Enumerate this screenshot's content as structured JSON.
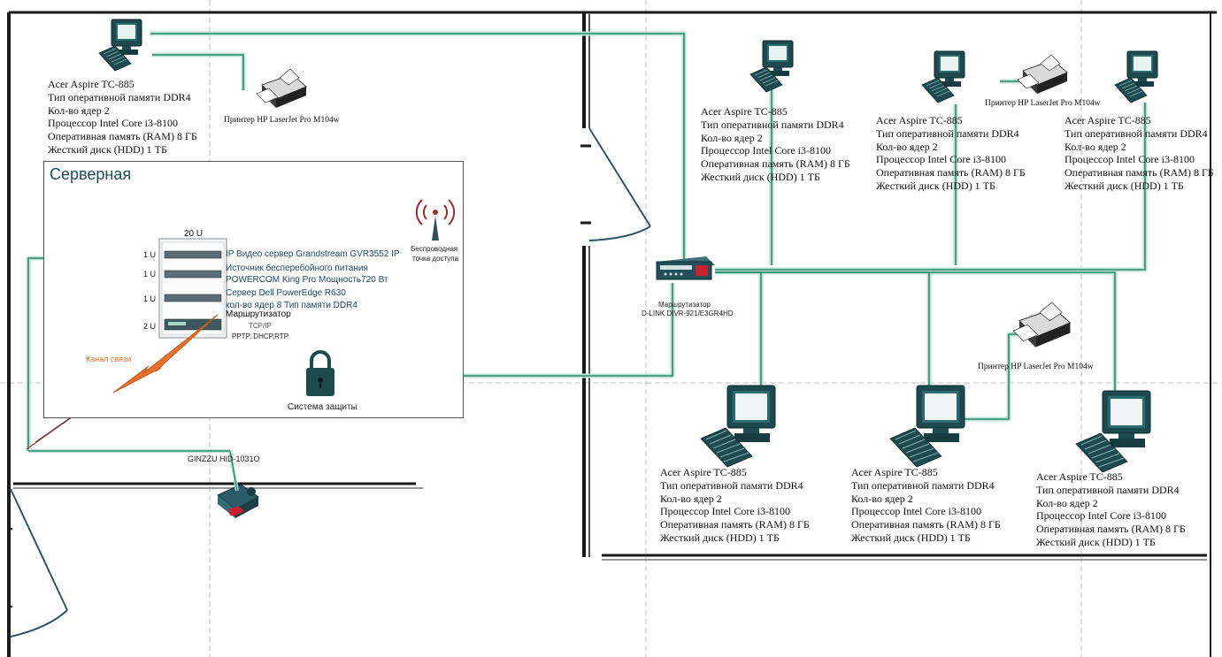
{
  "pc_spec_lines": [
    "Acer Aspire TC-885",
    "Тип оперативной памяти DDR4",
    "Кол-во ядер 2",
    "Процессор   Intel Core i3-8100",
    "Оперативная память (RAM) 8 ГБ",
    "Жесткий диск (HDD) 1 ТБ"
  ],
  "printer_label": "Принтер HP LaserJet Pro M104w",
  "server_room": {
    "title": "Серверная",
    "rack_units_total": "20 U",
    "unit_labels": [
      "1 U",
      "1 U",
      "1 U",
      "2 U"
    ],
    "devices": [
      "IP Видео сервер Grandstream GVR3552 IP",
      "Источник бесперебойного питания",
      "POWERCOM King Pro Мощность720 Вт",
      "Сервер Dell PowerEdge R630",
      "кол-во ядер 8 Тип памяти DDR4",
      "Маршрутизатор"
    ],
    "protocol_tcp": "TCP/IP",
    "protocols": "PPTP, DHCP,RTP",
    "channel_label": "Канал связи",
    "security_label": "Система защиты",
    "wifi_label_1": "Беспроводная",
    "wifi_label_2": "точка доступа"
  },
  "router": {
    "label_1": "Маршрутизатор",
    "label_2": "D-LINK DIVR-921/E3GR4HD"
  },
  "camera_label": "GINZZU HID-1031O",
  "colors": {
    "link": "#2e8b6f",
    "link_glow": "#b8e3d2",
    "wall": "#1a1a1a",
    "door": "#2f5663",
    "channel": "#e8702a",
    "text_server": "#1b4a5e"
  }
}
